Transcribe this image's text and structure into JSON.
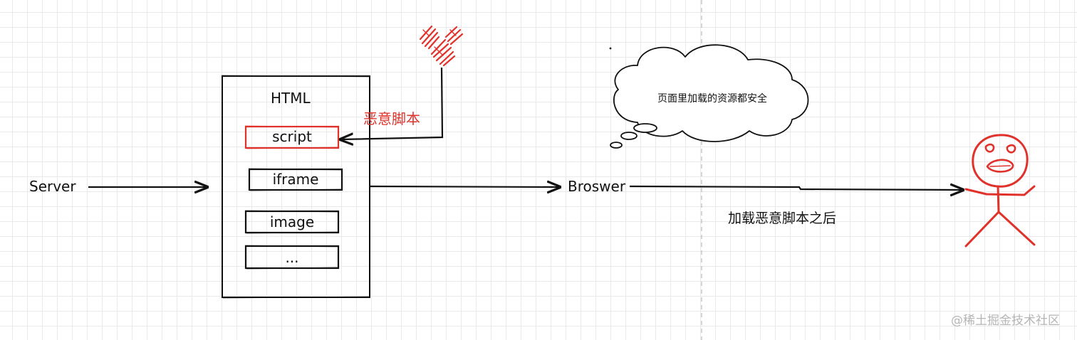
{
  "diagram": {
    "server": "Server",
    "html_title": "HTML",
    "html_items": [
      "script",
      "iframe",
      "image",
      "..."
    ],
    "injected_label": "恶意脚本",
    "browser": "Broswer",
    "thought": "页面里加载的资源都安全",
    "after_label": "加载恶意脚本之后"
  },
  "watermark": "@稀土掘金技术社区",
  "colors": {
    "line": "#111111",
    "danger": "#e0322b",
    "divider": "#bbbbbb",
    "grid": "#e9e9e9"
  }
}
